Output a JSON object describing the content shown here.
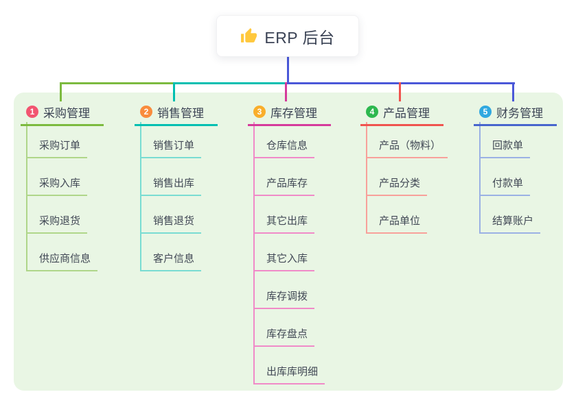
{
  "root": {
    "title": "ERP 后台",
    "icon": "thumbs-up-icon",
    "icon_color": "#FFC83D"
  },
  "colors": {
    "panel_bg": "#E9F6E4",
    "connector_blue": "#4A58D8",
    "text_dark": "#3B4354"
  },
  "branches": [
    {
      "key": "purchase",
      "number": "1",
      "title": "采购管理",
      "badge_color": "#F25570",
      "line_color": "#7CBA3F",
      "light_color": "#AFD689",
      "children": [
        "采购订单",
        "采购入库",
        "采购退货",
        "供应商信息"
      ]
    },
    {
      "key": "sales",
      "number": "2",
      "title": "销售管理",
      "badge_color": "#F98C3D",
      "line_color": "#00BFB1",
      "light_color": "#79DCD2",
      "children": [
        "销售订单",
        "销售出库",
        "销售退货",
        "客户信息"
      ]
    },
    {
      "key": "inventory",
      "number": "3",
      "title": "库存管理",
      "badge_color": "#F9AE2B",
      "line_color": "#D53A9B",
      "light_color": "#F08AC8",
      "children": [
        "仓库信息",
        "产品库存",
        "其它出库",
        "其它入库",
        "库存调拨",
        "库存盘点",
        "出库库明细"
      ]
    },
    {
      "key": "product",
      "number": "4",
      "title": "产品管理",
      "badge_color": "#2DB84F",
      "line_color": "#F0534F",
      "light_color": "#F8A09A",
      "children": [
        "产品（物料）",
        "产品分类",
        "产品单位"
      ]
    },
    {
      "key": "finance",
      "number": "5",
      "title": "财务管理",
      "badge_color": "#30A8E0",
      "line_color": "#4765CD",
      "light_color": "#9BB1E4",
      "children": [
        "回款单",
        "付款单",
        "结算账户"
      ]
    }
  ]
}
